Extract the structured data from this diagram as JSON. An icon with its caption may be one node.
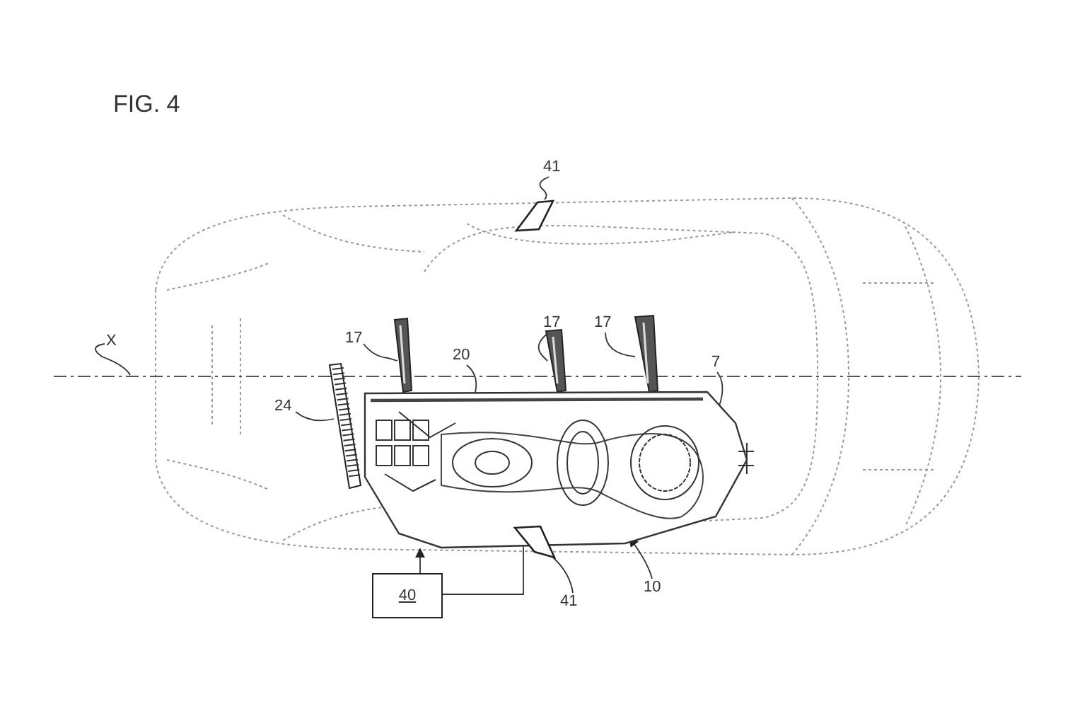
{
  "diagram": {
    "title": "FIG. 4",
    "nodes": [
      {
        "text": [
          "X"
        ]
      },
      {
        "text": [],
        "shape": "line"
      },
      {
        "text": [
          "41"
        ]
      },
      {
        "text": [],
        "shape": "picture"
      },
      {
        "text": [
          "17"
        ]
      },
      {
        "text": [
          "17"
        ]
      },
      {
        "text": [
          "17"
        ]
      },
      {
        "text": [],
        "shape": "bar"
      },
      {
        "text": [],
        "shape": "bar"
      },
      {
        "text": [],
        "shape": "bar"
      },
      {
        "text": [
          "20"
        ]
      },
      {
        "text": [
          "7"
        ]
      },
      {
        "text": [
          "24"
        ]
      },
      {
        "text": [],
        "shape": "picture"
      },
      {
        "text": [],
        "shape": "picture"
      },
      {
        "text": [
          "10"
        ]
      },
      {
        "text": [
          "41"
        ]
      },
      {
        "text": [],
        "shape": "picture"
      },
      {
        "text": [
          "40"
        ]
      }
    ],
    "edges": [
      {
        "from": 0,
        "to": 1,
        "arrow": "none"
      },
      {
        "from": 2,
        "to": 3,
        "arrow": "none"
      },
      {
        "from": 4,
        "to": 7,
        "arrow": "none"
      },
      {
        "from": 5,
        "to": 8,
        "arrow": "none"
      },
      {
        "from": 6,
        "to": 9,
        "arrow": "none"
      },
      {
        "from": 10,
        "to": 14,
        "arrow": "none"
      },
      {
        "from": 11,
        "to": 14,
        "arrow": "none"
      },
      {
        "from": 12,
        "to": 13,
        "arrow": "none"
      },
      {
        "from": 15,
        "to": 14,
        "arrow": "to"
      },
      {
        "from": 16,
        "to": 17,
        "arrow": "none"
      },
      {
        "from": 18,
        "to": 14,
        "arrow": "to"
      },
      {
        "from": 18,
        "to": 17,
        "arrow": "none"
      }
    ]
  }
}
